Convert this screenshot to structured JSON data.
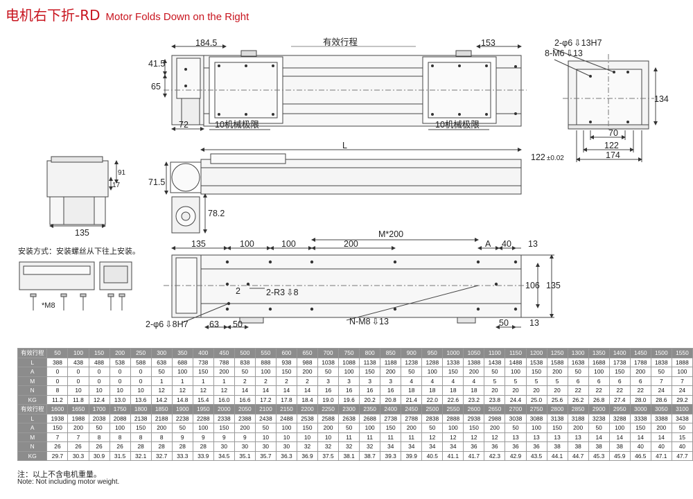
{
  "title": {
    "cn": "电机右下折-RD",
    "en": "Motor Folds Down on the Right"
  },
  "top_view": {
    "dim_left": "184.5",
    "dim_stroke": "有效行程",
    "dim_right": "153",
    "dim_h1": "41.5",
    "dim_h2": "65",
    "dim_motor": "72",
    "limit_left": "10机械极限",
    "limit_right": "10机械极限"
  },
  "end_view": {
    "hole1": "2-φ6",
    "hole1b": "13H7",
    "hole2": "8-M6",
    "hole2b": "13",
    "w_134": "134",
    "w_70": "70",
    "w_122": "122",
    "w_174": "174",
    "h_122": "122",
    "h_tol": "±0.02"
  },
  "side_view": {
    "dim_L": "L",
    "dim_71_5": "71.5",
    "dim_78_2": "78.2"
  },
  "motor_view": {
    "dim_91": "91",
    "dim_17": "17",
    "dim_135": "135"
  },
  "install": {
    "label": "安装方式：安装螺丝从下往上安装。",
    "bolt": "*M8"
  },
  "bottom_view": {
    "d135": "135",
    "d100a": "100",
    "d100b": "100",
    "d200": "200",
    "m200": "M*200",
    "dA": "A",
    "d40": "40",
    "d13": "13",
    "d106": "106",
    "d135b": "135",
    "d2": "2",
    "r3": "2-R3",
    "r3b": "8",
    "hole": "2-φ6",
    "holeb": "8H7",
    "d63": "63",
    "d50": "50",
    "nm8": "N-M8",
    "nm8b": "13",
    "d50b": "50",
    "d13b": "13"
  },
  "table": {
    "row_labels_1": [
      "有效行程",
      "L",
      "A",
      "M",
      "N",
      "KG"
    ],
    "stroke_1": [
      "50",
      "100",
      "150",
      "200",
      "250",
      "300",
      "350",
      "400",
      "450",
      "500",
      "550",
      "600",
      "650",
      "700",
      "750",
      "800",
      "850",
      "900",
      "950",
      "1000",
      "1050",
      "1100",
      "1150",
      "1200",
      "1250",
      "1300",
      "1350",
      "1400",
      "1450",
      "1500",
      "1550"
    ],
    "L_1": [
      "388",
      "438",
      "488",
      "538",
      "588",
      "638",
      "688",
      "738",
      "788",
      "838",
      "888",
      "938",
      "988",
      "1038",
      "1088",
      "1138",
      "1188",
      "1238",
      "1288",
      "1338",
      "1388",
      "1438",
      "1488",
      "1538",
      "1588",
      "1638",
      "1688",
      "1738",
      "1788",
      "1838",
      "1888"
    ],
    "A_1": [
      "0",
      "0",
      "0",
      "0",
      "0",
      "50",
      "100",
      "150",
      "200",
      "50",
      "100",
      "150",
      "200",
      "50",
      "100",
      "150",
      "200",
      "50",
      "100",
      "150",
      "200",
      "50",
      "100",
      "150",
      "200",
      "50",
      "100",
      "150",
      "200",
      "50",
      "100"
    ],
    "M_1": [
      "0",
      "0",
      "0",
      "0",
      "0",
      "1",
      "1",
      "1",
      "1",
      "2",
      "2",
      "2",
      "2",
      "3",
      "3",
      "3",
      "3",
      "4",
      "4",
      "4",
      "4",
      "5",
      "5",
      "5",
      "5",
      "6",
      "6",
      "6",
      "6",
      "7",
      "7"
    ],
    "N_1": [
      "8",
      "10",
      "10",
      "10",
      "10",
      "12",
      "12",
      "12",
      "12",
      "14",
      "14",
      "14",
      "14",
      "16",
      "16",
      "16",
      "16",
      "18",
      "18",
      "18",
      "18",
      "20",
      "20",
      "20",
      "20",
      "22",
      "22",
      "22",
      "22",
      "24",
      "24"
    ],
    "KG_1": [
      "11.2",
      "11.8",
      "12.4",
      "13.0",
      "13.6",
      "14.2",
      "14.8",
      "15.4",
      "16.0",
      "16.6",
      "17.2",
      "17.8",
      "18.4",
      "19.0",
      "19.6",
      "20.2",
      "20.8",
      "21.4",
      "22.0",
      "22.6",
      "23.2",
      "23.8",
      "24.4",
      "25.0",
      "25.6",
      "26.2",
      "26.8",
      "27.4",
      "28.0",
      "28.6",
      "29.2"
    ],
    "row_labels_2": [
      "有效行程",
      "L",
      "A",
      "M",
      "N",
      "KG"
    ],
    "stroke_2": [
      "1600",
      "1650",
      "1700",
      "1750",
      "1800",
      "1850",
      "1900",
      "1950",
      "2000",
      "2050",
      "2100",
      "2150",
      "2200",
      "2250",
      "2300",
      "2350",
      "2400",
      "2450",
      "2500",
      "2550",
      "2600",
      "2650",
      "2700",
      "2750",
      "2800",
      "2850",
      "2900",
      "2950",
      "3000",
      "3050",
      "3100"
    ],
    "L_2": [
      "1938",
      "1988",
      "2038",
      "2088",
      "2138",
      "2188",
      "2238",
      "2288",
      "2338",
      "2388",
      "2438",
      "2488",
      "2538",
      "2588",
      "2638",
      "2688",
      "2738",
      "2788",
      "2838",
      "2888",
      "2938",
      "2988",
      "3038",
      "3088",
      "3138",
      "3188",
      "3238",
      "3288",
      "3338",
      "3388",
      "3438"
    ],
    "A_2": [
      "150",
      "200",
      "50",
      "100",
      "150",
      "200",
      "50",
      "100",
      "150",
      "200",
      "50",
      "100",
      "150",
      "200",
      "50",
      "100",
      "150",
      "200",
      "50",
      "100",
      "150",
      "200",
      "50",
      "100",
      "150",
      "200",
      "50",
      "100",
      "150",
      "200",
      "50"
    ],
    "M_2": [
      "7",
      "7",
      "8",
      "8",
      "8",
      "8",
      "9",
      "9",
      "9",
      "9",
      "10",
      "10",
      "10",
      "10",
      "11",
      "11",
      "11",
      "11",
      "12",
      "12",
      "12",
      "12",
      "13",
      "13",
      "13",
      "13",
      "14",
      "14",
      "14",
      "14",
      "15"
    ],
    "N_2": [
      "26",
      "26",
      "26",
      "26",
      "28",
      "28",
      "28",
      "28",
      "30",
      "30",
      "30",
      "30",
      "32",
      "32",
      "32",
      "32",
      "34",
      "34",
      "34",
      "34",
      "36",
      "36",
      "36",
      "36",
      "38",
      "38",
      "38",
      "38",
      "40",
      "40",
      "40"
    ],
    "KG_2": [
      "29.7",
      "30.3",
      "30.9",
      "31.5",
      "32.1",
      "32.7",
      "33.3",
      "33.9",
      "34.5",
      "35.1",
      "35.7",
      "36.3",
      "36.9",
      "37.5",
      "38.1",
      "38.7",
      "39.3",
      "39.9",
      "40.5",
      "41.1",
      "41.7",
      "42.3",
      "42.9",
      "43.5",
      "44.1",
      "44.7",
      "45.3",
      "45.9",
      "46.5",
      "47.1",
      "47.7"
    ]
  },
  "notes": {
    "cn": "注：以上不含电机重量。",
    "en": "Note: Not including motor weight."
  }
}
